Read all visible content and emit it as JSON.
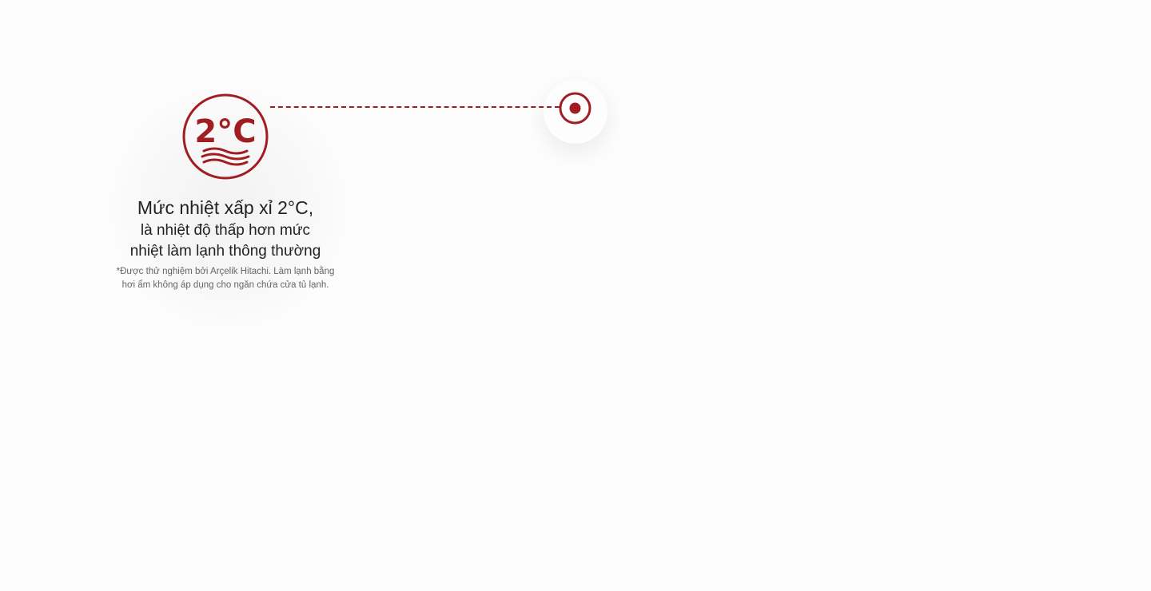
{
  "feature": {
    "icon_label": "2°C",
    "headline": "Mức nhiệt xấp xỉ 2°C,",
    "subline_1": "là nhiệt độ thấp hơn mức",
    "subline_2": "nhiệt làm lạnh thông thường",
    "footnote": "*Được thử nghiệm bởi Arçelik Hitachi. Làm lạnh bằng hơi ẩm không áp dụng cho ngăn chứa cửa tủ lạnh."
  },
  "colors": {
    "accent": "#a11d21"
  }
}
